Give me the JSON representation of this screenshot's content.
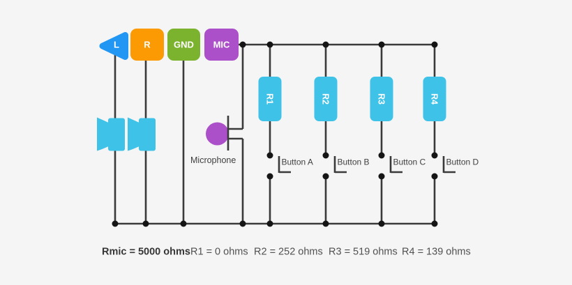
{
  "colors": {
    "background": "#F5F5F5",
    "wire": "#3A3A3A",
    "dot": "#151515",
    "component": "#3FC2E7",
    "mic": "#AB50C8",
    "label": "#FFFFFF",
    "text": "#3F3F3F",
    "value_text": "#515151",
    "value_bold": "#363636"
  },
  "terminals": [
    {
      "id": "L",
      "label": "L",
      "shape": "triangle-left",
      "color": "#2196F3"
    },
    {
      "id": "R",
      "label": "R",
      "shape": "rounded-square",
      "color": "#FB9A02"
    },
    {
      "id": "GND",
      "label": "GND",
      "shape": "rounded-square",
      "color": "#7CB32E"
    },
    {
      "id": "MIC",
      "label": "MIC",
      "shape": "rounded-square",
      "color": "#AB50C8"
    }
  ],
  "speakers": [
    {
      "name": "left-speaker"
    },
    {
      "name": "right-speaker"
    }
  ],
  "microphone": {
    "label": "Microphone"
  },
  "resistors": [
    {
      "label": "R1"
    },
    {
      "label": "R2"
    },
    {
      "label": "R3"
    },
    {
      "label": "R4"
    }
  ],
  "buttons": [
    {
      "label": "Button A"
    },
    {
      "label": "Button B"
    },
    {
      "label": "Button C"
    },
    {
      "label": "Button D"
    }
  ],
  "values": [
    {
      "text": "Rmic = 5000 ohms",
      "bold": true
    },
    {
      "text": "R1 = 0 ohms",
      "bold": false
    },
    {
      "text": "R2 = 252 ohms",
      "bold": false
    },
    {
      "text": "R3 = 519 ohms",
      "bold": false
    },
    {
      "text": "R4 = 139 ohms",
      "bold": false
    }
  ]
}
